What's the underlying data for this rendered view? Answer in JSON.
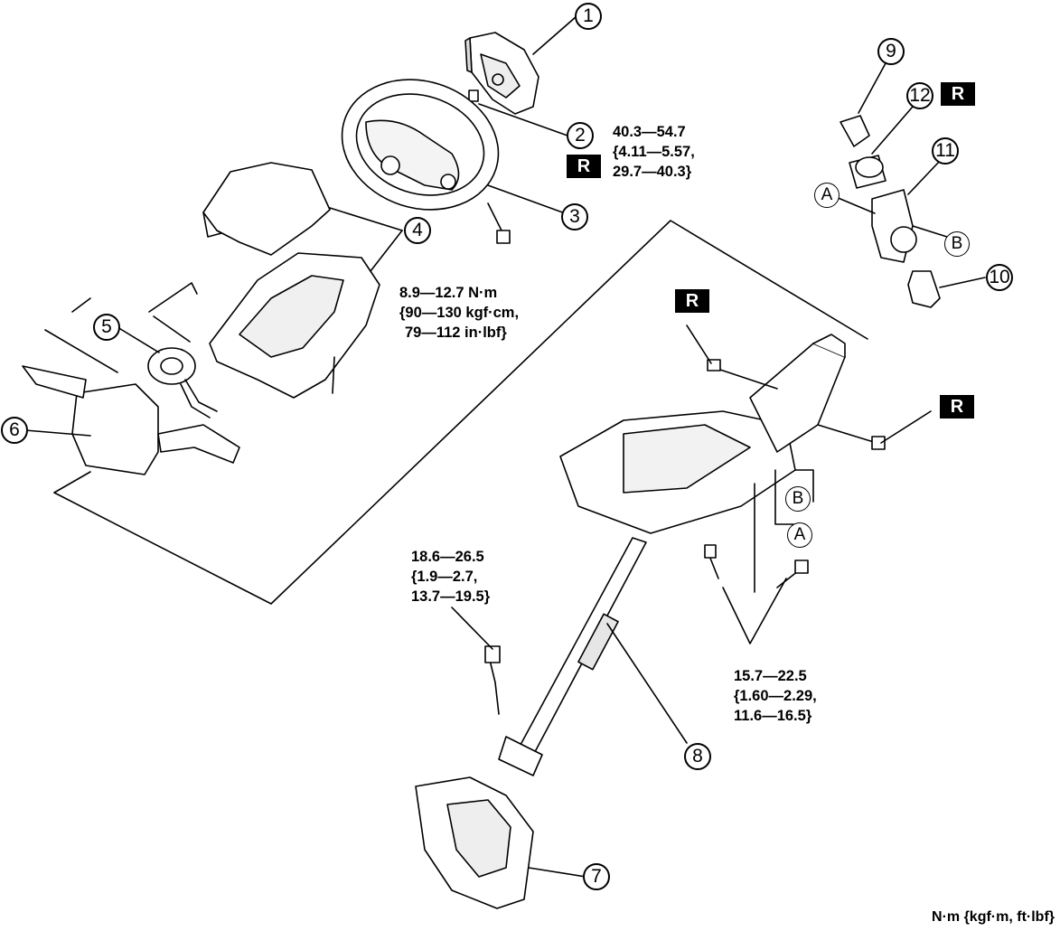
{
  "callouts": [
    "1",
    "2",
    "3",
    "4",
    "5",
    "6",
    "7",
    "8",
    "9",
    "10",
    "11",
    "12"
  ],
  "letters": {
    "a": "A",
    "b": "B"
  },
  "replace_mark": "R",
  "torque": {
    "steering_wheel_nut": [
      "40.3—54.7",
      "{4.11—5.57,",
      "29.7—40.3}"
    ],
    "airbag_bolt": [
      "8.9—12.7 N·m",
      "{90—130 kgf·cm,",
      "79—112 in·lbf}"
    ],
    "joint_bolt": [
      "18.6—26.5",
      "{1.9—2.7,",
      "13.7—19.5}"
    ],
    "column_bolts": [
      "15.7—22.5",
      "{1.60—2.29,",
      "11.6—16.5}"
    ]
  },
  "units": "N·m {kgf·m, ft·lbf}",
  "colors": {
    "line": "#000000",
    "fill": "#ffffff",
    "shade": "#dcdcdc"
  }
}
